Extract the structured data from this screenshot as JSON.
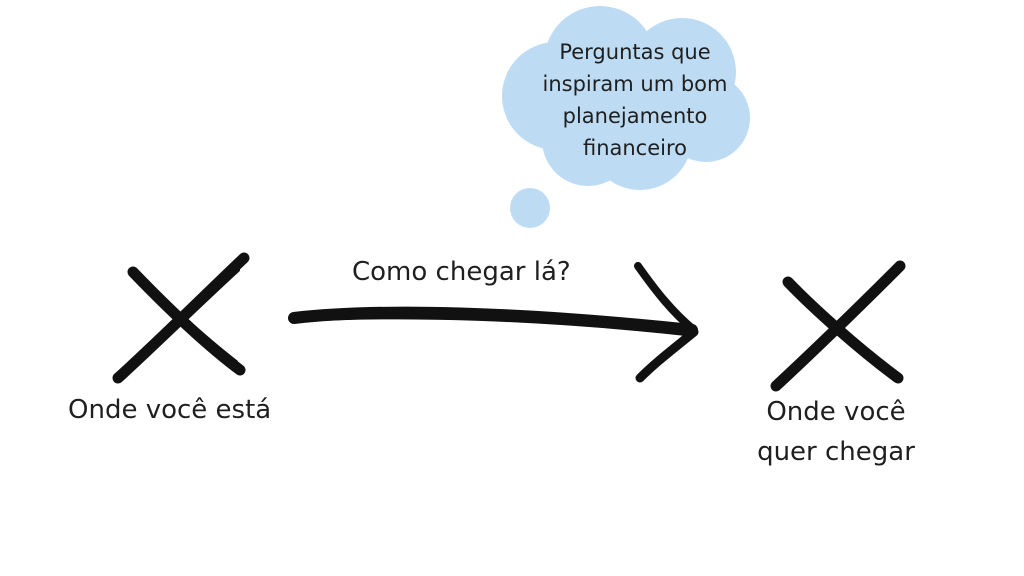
{
  "diagram": {
    "bubble": {
      "lines": [
        "Perguntas que",
        "inspiram um bom",
        "planejamento",
        "financeiro"
      ],
      "color": "#bddcf3"
    },
    "arrow": {
      "label": "Como chegar lá?"
    },
    "start": {
      "label": "Onde você está"
    },
    "end": {
      "lines": [
        "Onde você",
        "quer chegar"
      ]
    },
    "ink_color": "#111111"
  }
}
